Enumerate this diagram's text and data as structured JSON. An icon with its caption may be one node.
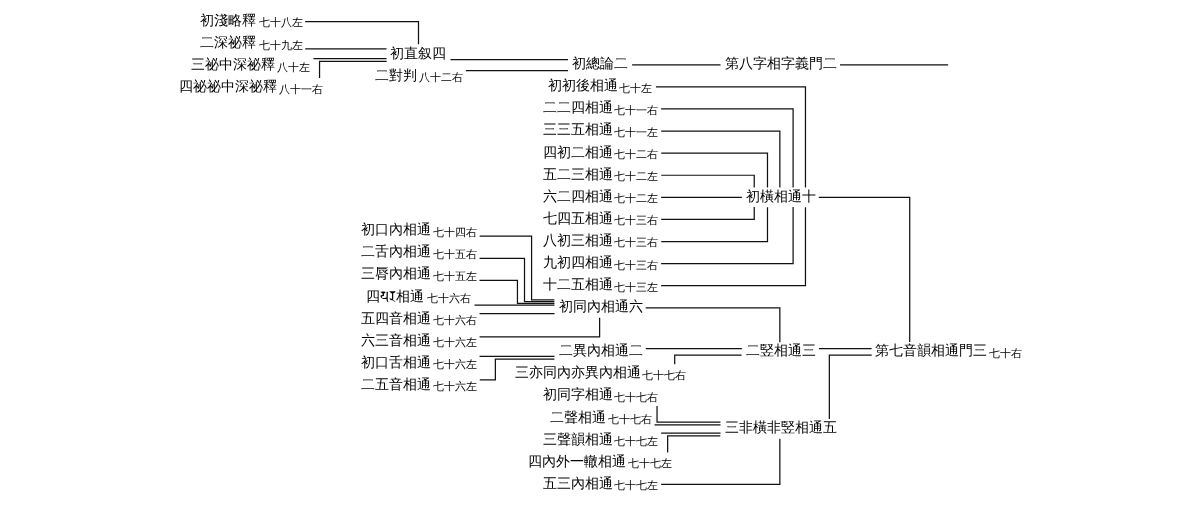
{
  "diagram": {
    "nodes": [
      {
        "text": [
          "第七音韻相通門三"
        ],
        "beside": [
          "七十右"
        ]
      },
      {
        "text": [
          "初橫相通十"
        ]
      },
      {
        "text": [
          "二竪相通三"
        ]
      },
      {
        "text": [
          "初同內相通六"
        ]
      },
      {
        "text": [
          "初口內相通"
        ],
        "beside": [
          "七十四右"
        ]
      },
      {
        "text": [
          "二舌內相通"
        ],
        "beside": [
          "七十五右"
        ]
      },
      {
        "text": [
          "三脣內相通"
        ],
        "beside": [
          "七十五左"
        ]
      },
      {
        "text": [
          "四𑖧𑖨相通"
        ],
        "beside": [
          "七十六右"
        ]
      },
      {
        "text": [
          "五四音相通"
        ],
        "beside": [
          "七十六右"
        ]
      },
      {
        "text": [
          "六三音相通"
        ],
        "beside": [
          "七十六左"
        ]
      },
      {
        "text": [
          "二異內相通二"
        ]
      },
      {
        "text": [
          "初口舌相通"
        ],
        "beside": [
          "七十六左"
        ]
      },
      {
        "text": [
          "二五音相通"
        ],
        "beside": [
          "七十六左"
        ]
      },
      {
        "text": [
          "三亦同內亦異內相通"
        ],
        "beside": [
          "七十七右"
        ]
      },
      {
        "text": [
          "三非橫非竪相通五"
        ]
      },
      {
        "text": [
          "初同字相通"
        ],
        "beside": [
          "七十七右"
        ]
      },
      {
        "text": [
          "二聲相通"
        ],
        "beside": [
          "七十七右"
        ]
      },
      {
        "text": [
          "三聲韻相通"
        ],
        "beside": [
          "七十七左"
        ]
      },
      {
        "text": [
          "四內外一轍相通"
        ],
        "beside": [
          "七十七左"
        ]
      },
      {
        "text": [
          "五三內相通"
        ],
        "beside": [
          "七十七左"
        ]
      },
      {
        "text": [
          "第八字相字義門二"
        ]
      },
      {
        "text": [
          "初總論二"
        ]
      },
      {
        "text": [
          "初直叙四"
        ]
      },
      {
        "text": [
          "二對判"
        ],
        "beside": [
          "八十二右"
        ]
      },
      {
        "text": [
          "初淺略釋"
        ],
        "beside": [
          "七十八左"
        ]
      },
      {
        "text": [
          "二深祕釋"
        ],
        "beside": [
          "七十九左"
        ]
      },
      {
        "text": [
          "三祕中深祕釋"
        ],
        "beside": [
          "八十左"
        ]
      },
      {
        "text": [
          "四祕祕中深祕釋"
        ],
        "beside": [
          "八十一右"
        ]
      },
      {
        "text": [
          "初初後相通"
        ],
        "beside": [
          "七十左"
        ]
      },
      {
        "text": [
          "二二四相通"
        ],
        "beside": [
          "七十一右"
        ]
      },
      {
        "text": [
          "三三五相通"
        ],
        "beside": [
          "七十一左"
        ]
      },
      {
        "text": [
          "四初二相通"
        ],
        "beside": [
          "七十二右"
        ]
      },
      {
        "text": [
          "五二三相通"
        ],
        "beside": [
          "七十二左"
        ]
      },
      {
        "text": [
          "六二四相通"
        ],
        "beside": [
          "七十二左"
        ]
      },
      {
        "text": [
          "七四五相通"
        ],
        "beside": [
          "七十三右"
        ]
      },
      {
        "text": [
          "八初三相通"
        ],
        "beside": [
          "七十三右"
        ]
      },
      {
        "text": [
          "九初四相通"
        ],
        "beside": [
          "七十三右"
        ]
      },
      {
        "text": [
          "十二五相通"
        ],
        "beside": [
          "七十三左"
        ]
      }
    ],
    "edges": [
      {
        "from": 0,
        "to": 1,
        "arrow": "none"
      },
      {
        "from": 0,
        "to": 2,
        "arrow": "none"
      },
      {
        "from": 0,
        "to": 14,
        "arrow": "none"
      },
      {
        "from": 1,
        "to": 28,
        "arrow": "none"
      },
      {
        "from": 1,
        "to": 29,
        "arrow": "none"
      },
      {
        "from": 1,
        "to": 30,
        "arrow": "none"
      },
      {
        "from": 1,
        "to": 31,
        "arrow": "none"
      },
      {
        "from": 1,
        "to": 32,
        "arrow": "none"
      },
      {
        "from": 1,
        "to": 33,
        "arrow": "none"
      },
      {
        "from": 1,
        "to": 34,
        "arrow": "none"
      },
      {
        "from": 1,
        "to": 35,
        "arrow": "none"
      },
      {
        "from": 1,
        "to": 36,
        "arrow": "none"
      },
      {
        "from": 1,
        "to": 37,
        "arrow": "none"
      },
      {
        "from": 2,
        "to": 3,
        "arrow": "none"
      },
      {
        "from": 2,
        "to": 10,
        "arrow": "none"
      },
      {
        "from": 2,
        "to": 13,
        "arrow": "none"
      },
      {
        "from": 3,
        "to": 4,
        "arrow": "none"
      },
      {
        "from": 3,
        "to": 5,
        "arrow": "none"
      },
      {
        "from": 3,
        "to": 6,
        "arrow": "none"
      },
      {
        "from": 3,
        "to": 7,
        "arrow": "none"
      },
      {
        "from": 3,
        "to": 8,
        "arrow": "none"
      },
      {
        "from": 3,
        "to": 9,
        "arrow": "none"
      },
      {
        "from": 10,
        "to": 11,
        "arrow": "none"
      },
      {
        "from": 10,
        "to": 12,
        "arrow": "none"
      },
      {
        "from": 14,
        "to": 15,
        "arrow": "none"
      },
      {
        "from": 14,
        "to": 16,
        "arrow": "none"
      },
      {
        "from": 14,
        "to": 17,
        "arrow": "none"
      },
      {
        "from": 14,
        "to": 18,
        "arrow": "none"
      },
      {
        "from": 14,
        "to": 19,
        "arrow": "none"
      },
      {
        "from": null,
        "to": 20,
        "arrow": "none"
      },
      {
        "from": 20,
        "to": 21,
        "arrow": "none"
      },
      {
        "from": 21,
        "to": 22,
        "arrow": "none"
      },
      {
        "from": 21,
        "to": 23,
        "arrow": "none"
      },
      {
        "from": 22,
        "to": 24,
        "arrow": "none"
      },
      {
        "from": 22,
        "to": 25,
        "arrow": "none"
      },
      {
        "from": 22,
        "to": 26,
        "arrow": "none"
      },
      {
        "from": 22,
        "to": 27,
        "arrow": "none"
      }
    ]
  }
}
